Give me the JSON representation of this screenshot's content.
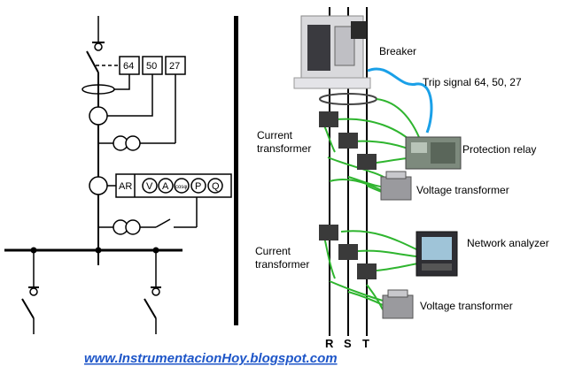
{
  "single_line": {
    "protection_codes": [
      "64",
      "50",
      "27"
    ],
    "meter_panel": [
      "AR",
      "V",
      "A",
      "cosφ",
      "P",
      "Q"
    ]
  },
  "labels": {
    "breaker": "Breaker",
    "trip_signal": "Trip signal 64, 50, 27",
    "current_transformer_1": [
      "Current",
      "transformer"
    ],
    "protection_relay": "Protection relay",
    "voltage_transformer_1": "Voltage transformer",
    "current_transformer_2": [
      "Current",
      "transformer"
    ],
    "network_analyzer": "Network analyzer",
    "voltage_transformer_2": "Voltage transformer"
  },
  "phases": [
    "R",
    "S",
    "T"
  ],
  "website": "www.InstrumentacionHoy.blogspot.com",
  "colors": {
    "wire": "#2fb52f",
    "signal": "#1aa0e8",
    "url": "#1e56c8",
    "divider": "#000000"
  }
}
